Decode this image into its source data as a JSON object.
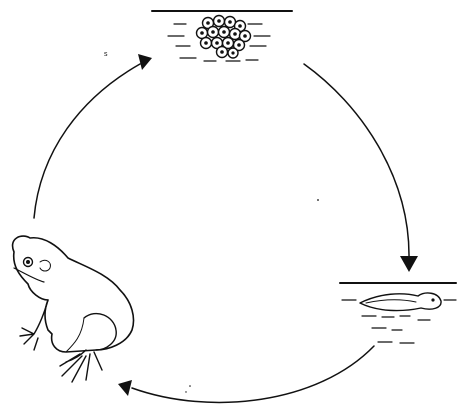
{
  "diagram": {
    "stages": [
      {
        "id": "eggs",
        "name": "frog-spawn"
      },
      {
        "id": "tadpole",
        "name": "tadpole"
      },
      {
        "id": "frog",
        "name": "adult-frog"
      }
    ],
    "marker_label": "s",
    "colors": {
      "ink": "#111111",
      "background": "#ffffff"
    }
  }
}
